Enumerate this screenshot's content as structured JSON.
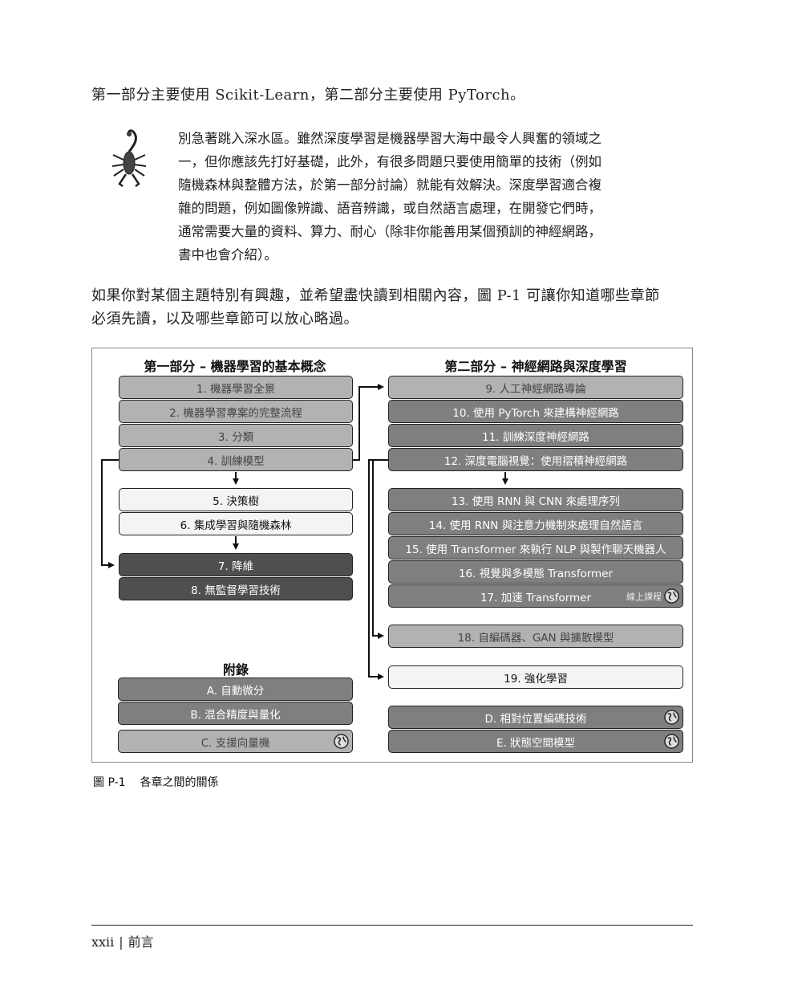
{
  "para1": "第一部分主要使用 Scikit-Learn，第二部分主要使用 PyTorch。",
  "tip_lines": [
    "別急著跳入深水區。雖然深度學習是機器學習大海中最令人興奮的領域之",
    "一，但你應該先打好基礎，此外，有很多問題只要使用簡單的技術（例如",
    "隨機森林與整體方法，於第一部分討論）就能有效解決。深度學習適合複",
    "雜的問題，例如圖像辨識、語音辨識，或自然語言處理，在開發它們時，",
    "通常需要大量的資料、算力、耐心（除非你能善用某個預訓的神經網路，",
    "書中也會介紹）。"
  ],
  "para2_lines": [
    "如果你對某個主題特別有興趣，並希望盡快讀到相關內容，圖 P-1 可讓你知道哪些章節",
    "必須先讀，以及哪些章節可以放心略過。"
  ],
  "figure": {
    "part1_title": "第一部分 – 機器學習的基本概念",
    "part2_title": "第二部分 – 神經網路與深度學習",
    "appendix_title": "附錄",
    "ch1": "1. 機器學習全景",
    "ch2": "2. 機器學習專案的完整流程",
    "ch3": "3. 分類",
    "ch4": "4. 訓練模型",
    "ch5": "5. 決策樹",
    "ch6": "6. 集成學習與隨機森林",
    "ch7": "7. 降維",
    "ch8": "8. 無監督學習技術",
    "ch9": "9. 人工神經網路導論",
    "ch10": "10. 使用 PyTorch 來建構神經網路",
    "ch11": "11. 訓練深度神經網路",
    "ch12": "12. 深度電腦視覺：使用摺積神經網路",
    "ch13": "13. 使用 RNN 與 CNN 來處理序列",
    "ch14": "14. 使用 RNN 與注意力機制來處理自然語言",
    "ch15": "15. 使用 Transformer 來執行 NLP 與製作聊天機器人",
    "ch16": "16. 視覺與多模態 Transformer",
    "ch17": "17. 加速 Transformer",
    "ch17_tag": "線上課程",
    "ch18": "18. 自編碼器、GAN 與擴散模型",
    "ch19": "19. 強化學習",
    "appA": "A. 自動微分",
    "appB": "B. 混合精度與量化",
    "appC": "C. 支援向量機",
    "appD": "D. 相對位置編碼技術",
    "appE": "E. 狀態空間模型",
    "icon": "globe-icon"
  },
  "caption": {
    "label": "圖 P-1",
    "text": "各章之間的關係"
  },
  "footer": {
    "page_number": "xxii",
    "separator": "|",
    "section": "前言"
  }
}
